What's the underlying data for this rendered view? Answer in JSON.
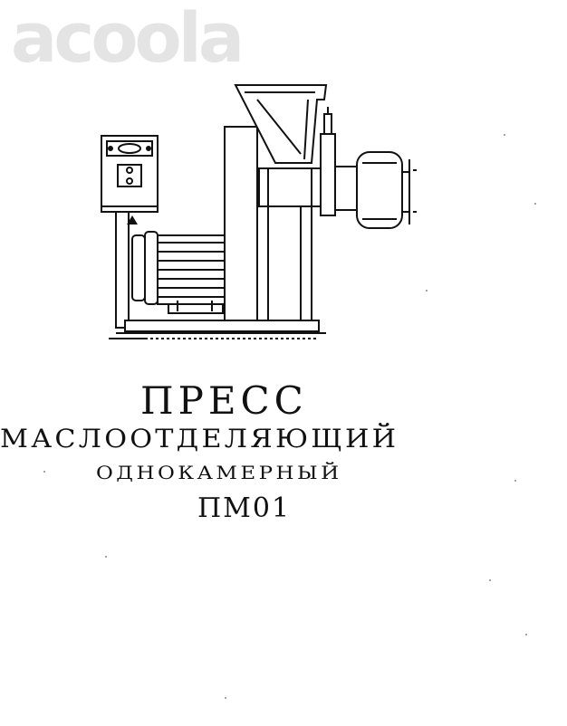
{
  "watermark": {
    "text": "acoola"
  },
  "document": {
    "title_line1": "ПРЕСС",
    "title_line2": "МАСЛООТДЕЛЯЮЩИЙ",
    "title_line3": "ОДНОКАМЕРНЫЙ",
    "title_line4": "ПМ01"
  },
  "illustration": {
    "icon": "oil-press-machine-drawing",
    "warning_icon": "warning-triangle-icon"
  },
  "colors": {
    "ink": "#111111",
    "paper": "#ffffff",
    "watermark": "#e4e4e4"
  }
}
